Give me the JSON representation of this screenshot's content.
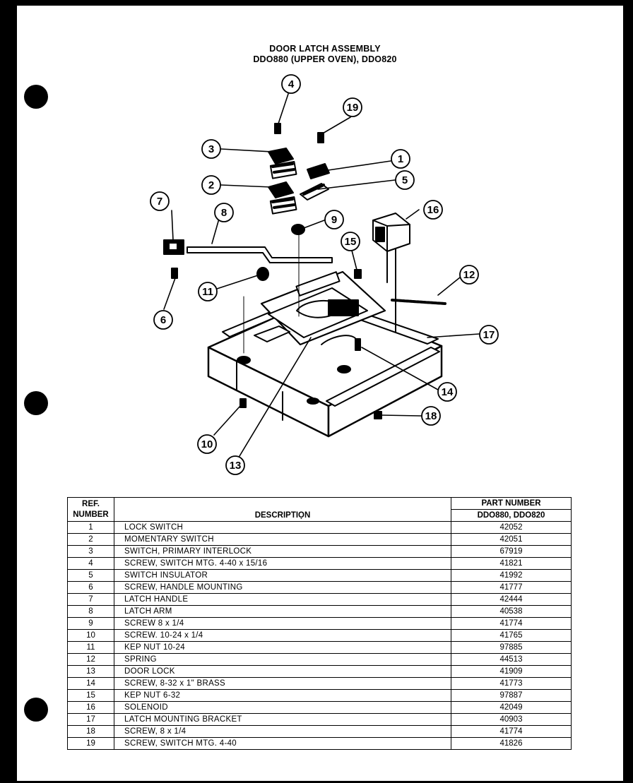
{
  "title": {
    "line1": "DOOR LATCH ASSEMBLY",
    "line2": "DDO880 (UPPER OVEN), DDO820"
  },
  "callouts": [
    "1",
    "2",
    "3",
    "4",
    "5",
    "6",
    "7",
    "8",
    "9",
    "10",
    "11",
    "12",
    "13",
    "14",
    "15",
    "16",
    "17",
    "18",
    "19"
  ],
  "table": {
    "headers": {
      "ref_line1": "REF.",
      "ref_line2": "NUMBER",
      "description": "DESCRIPTIỌN",
      "part_line1": "PART NUMBER",
      "part_line2": "DDO880, DDO820"
    },
    "rows": [
      {
        "ref": "1",
        "description": "LOCK SWITCH",
        "part": "42052"
      },
      {
        "ref": "2",
        "description": "MOMENTARY SWITCH",
        "part": "42051"
      },
      {
        "ref": "3",
        "description": "SWITCH, PRIMARY INTERLOCK",
        "part": "67919"
      },
      {
        "ref": "4",
        "description": "SCREW, SWITCH MTG. 4-40 x 15/16",
        "part": "41821"
      },
      {
        "ref": "5",
        "description": "SWITCH INSULATOR",
        "part": "41992"
      },
      {
        "ref": "6",
        "description": "SCREW, HANDLE MOUNTING",
        "part": "41777"
      },
      {
        "ref": "7",
        "description": "LATCH HANDLE",
        "part": "42444"
      },
      {
        "ref": "8",
        "description": "LATCH ARM",
        "part": "40538"
      },
      {
        "ref": "9",
        "description": "SCREW 8 x 1/4",
        "part": "41774"
      },
      {
        "ref": "10",
        "description": "SCREW. 10-24 x 1/4",
        "part": "41765"
      },
      {
        "ref": "11",
        "description": "KEP NUT 10-24",
        "part": "97885"
      },
      {
        "ref": "12",
        "description": "SPRING",
        "part": "44513"
      },
      {
        "ref": "13",
        "description": "DOOR LOCK",
        "part": "41909"
      },
      {
        "ref": "14",
        "description": "SCREW, 8-32 x 1\" BRASS",
        "part": "41773"
      },
      {
        "ref": "15",
        "description": "KEP NUT 6-32",
        "part": "97887"
      },
      {
        "ref": "16",
        "description": "SOLENOID",
        "part": "42049"
      },
      {
        "ref": "17",
        "description": "LATCH MOUNTING BRACKET",
        "part": "40903"
      },
      {
        "ref": "18",
        "description": "SCREW, 8 x 1/4",
        "part": "41774"
      },
      {
        "ref": "19",
        "description": "SCREW, SWITCH MTG. 4-40",
        "part": "41826"
      }
    ]
  }
}
